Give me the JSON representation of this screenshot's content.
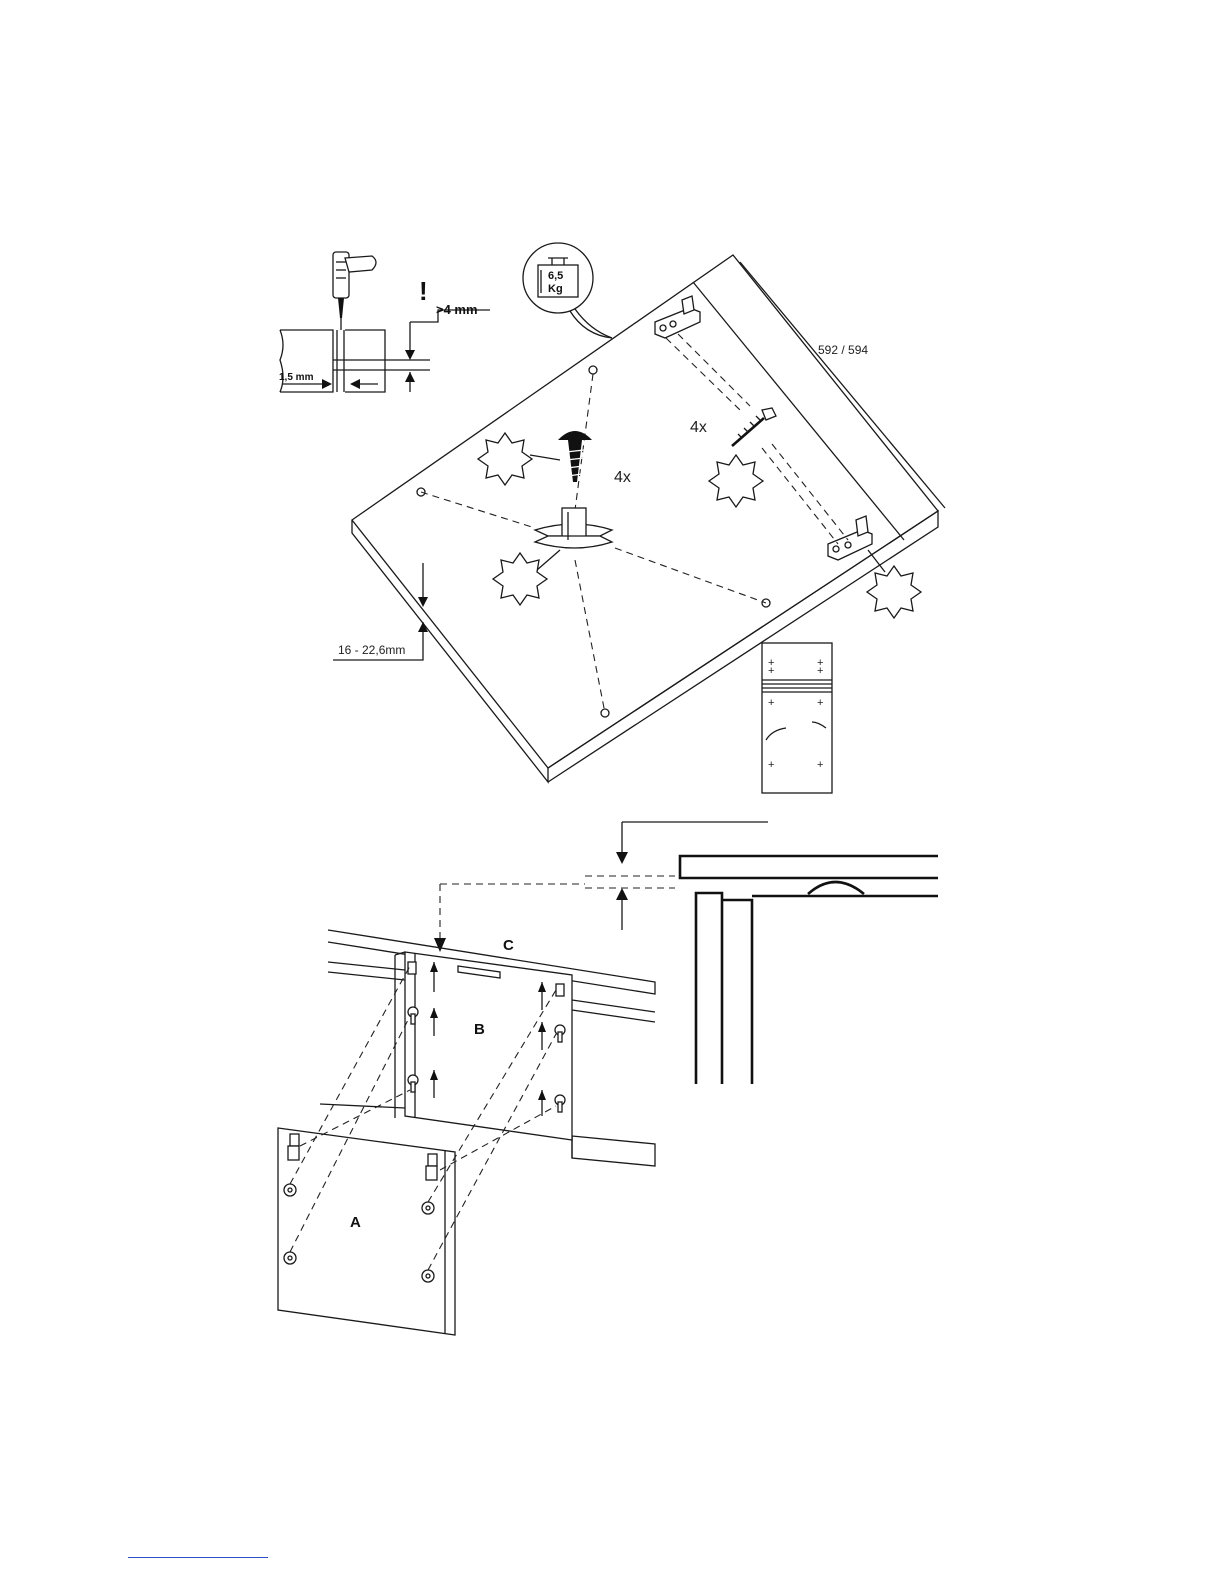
{
  "drill_detail": {
    "min_depth_label": ">4 mm",
    "drill_diameter_label": "1,5 mm",
    "warning_mark": "!"
  },
  "weight_badge": {
    "line1": "6,5",
    "line2": "Kg"
  },
  "dimensions": {
    "depth_label": "592 / 594",
    "thickness_label": "16 - 22,6mm"
  },
  "quantities": {
    "screw_qty": "4x",
    "hinge_screw_qty": "4x"
  },
  "panel_labels": {
    "a": "A",
    "b": "B",
    "c": "C"
  },
  "icons": [
    "drill-icon",
    "weight-icon",
    "screw-icon",
    "fixing-block-icon",
    "hinge-bracket-icon",
    "star-callout-icon"
  ]
}
